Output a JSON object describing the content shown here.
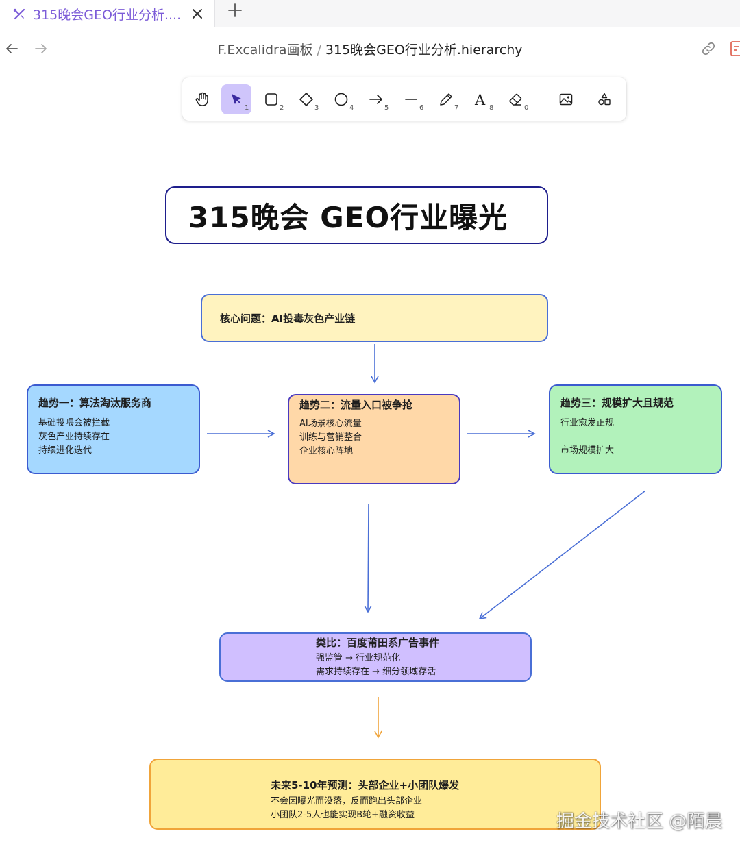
{
  "tab": {
    "title": "315晚会GEO行业分析....",
    "icon": "excalidraw-icon"
  },
  "breadcrumb": {
    "parent": "F.Excalidra画板",
    "separator": "/",
    "current": "315晚会GEO行业分析.hierarchy"
  },
  "toolbar": {
    "tools": [
      {
        "name": "hand",
        "key": ""
      },
      {
        "name": "selection",
        "key": "1",
        "active": true
      },
      {
        "name": "rectangle",
        "key": "2"
      },
      {
        "name": "diamond",
        "key": "3"
      },
      {
        "name": "ellipse",
        "key": "4"
      },
      {
        "name": "arrow",
        "key": "5"
      },
      {
        "name": "line",
        "key": "6"
      },
      {
        "name": "draw",
        "key": "7"
      },
      {
        "name": "text",
        "key": "8"
      },
      {
        "name": "eraser",
        "key": "0"
      },
      {
        "name": "image",
        "key": ""
      },
      {
        "name": "more-shapes",
        "key": ""
      }
    ],
    "text_glyph": "A"
  },
  "canvas": {
    "title": "315晚会 GEO行业曝光",
    "core": {
      "head": "核心问题：AI投毒灰色产业链"
    },
    "trend1": {
      "head": "趋势一：算法淘汰服务商",
      "lines": [
        "基础投喂会被拦截",
        "灰色产业持续存在",
        "持续进化迭代"
      ]
    },
    "trend2": {
      "head": "趋势二：流量入口被争抢",
      "lines": [
        "AI场景核心流量",
        "训练与营销整合",
        "企业核心阵地"
      ]
    },
    "trend3": {
      "head": "趋势三：规模扩大且规范",
      "lines": [
        "行业愈发正规",
        "市场规模扩大"
      ]
    },
    "analogy": {
      "head": "类比：百度莆田系广告事件",
      "lines": [
        "强监管 → 行业规范化",
        "需求持续存在 → 细分领域存活"
      ]
    },
    "future": {
      "head": "未来5-10年预测：头部企业+小团队爆发",
      "lines": [
        "不会因曝光而没落，反而跑出头部企业",
        "小团队2-5人也能实现B轮+融资收益"
      ]
    },
    "watermark": "掘金技术社区 @陌晨"
  },
  "colors": {
    "accent": "#7c5cd8",
    "core_fill": "#fff3bf",
    "trend1_fill": "#a5d8ff",
    "trend2_fill": "#ffd8a8",
    "trend3_fill": "#b2f2bb",
    "analogy_fill": "#d0bfff",
    "future_fill": "#ffec99",
    "arrow_blue": "#4a6fd6",
    "arrow_orange": "#f0a43a"
  }
}
